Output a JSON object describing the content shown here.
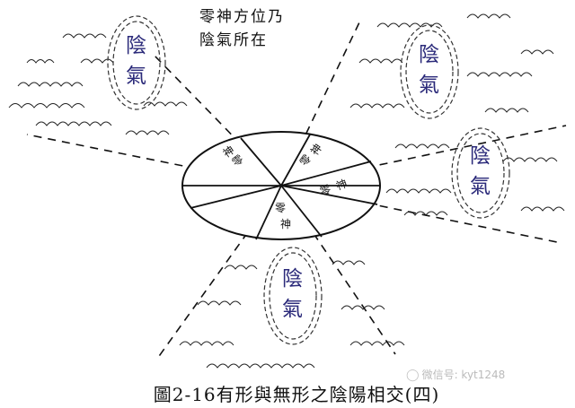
{
  "heading": {
    "line1": "零神方位乃",
    "line2": "陰氣所在"
  },
  "yin_qi_label": {
    "top": "陰",
    "bottom": "氣"
  },
  "sector_labels": {
    "upper_left": [
      "零",
      "神"
    ],
    "upper_right": [
      "零",
      "神"
    ],
    "right": [
      "零",
      "神"
    ],
    "bottom": [
      "零",
      "神"
    ]
  },
  "caption": "圖2-16有形與無形之陰陽相交(四)",
  "watermark": {
    "icon": "wechat-icon",
    "text": "微信号: kyt1248"
  },
  "colors": {
    "line": "#111111",
    "yin_qi_text": "#2b2a7a",
    "watermark": "#bbbbbb"
  }
}
